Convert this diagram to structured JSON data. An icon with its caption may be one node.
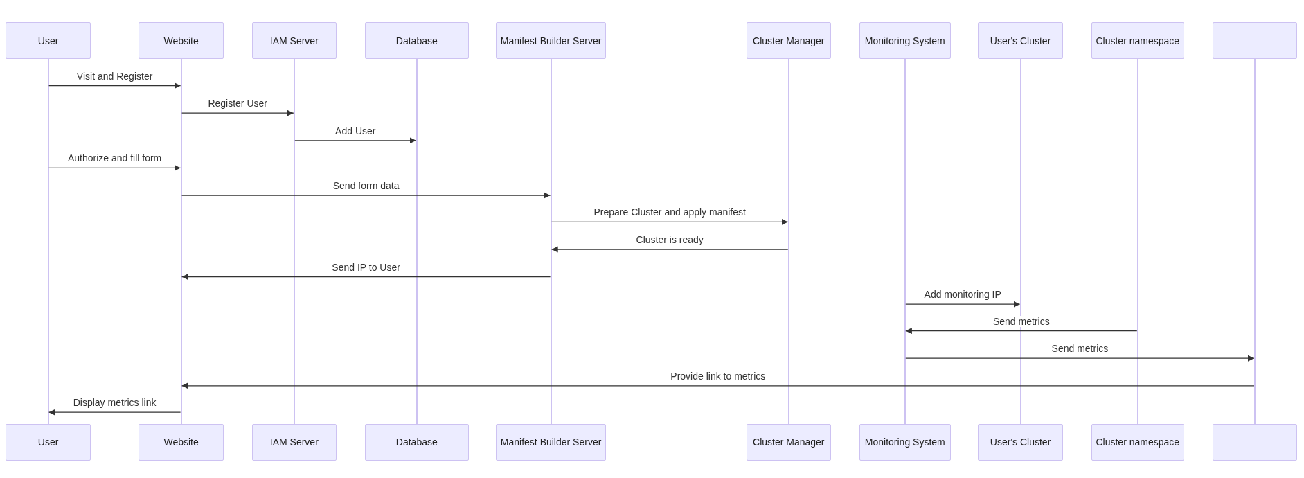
{
  "diagram": {
    "nodes": [
      {
        "text": [
          "User"
        ]
      },
      {
        "text": [
          "Website"
        ]
      },
      {
        "text": [
          "IAM Server"
        ]
      },
      {
        "text": [
          "Database"
        ]
      },
      {
        "text": [
          "Manifest Builder Server"
        ]
      },
      {
        "text": [
          "Cluster Manager"
        ]
      },
      {
        "text": [
          "Monitoring System"
        ]
      },
      {
        "text": [
          "User's Cluster"
        ]
      },
      {
        "text": [
          "Cluster namespace"
        ]
      },
      {
        "text": [],
        "shape": "box"
      },
      {
        "text": [],
        "shape": "line"
      },
      {
        "text": [],
        "shape": "line"
      },
      {
        "text": [],
        "shape": "line"
      },
      {
        "text": [],
        "shape": "line"
      },
      {
        "text": [],
        "shape": "line"
      },
      {
        "text": [],
        "shape": "line"
      },
      {
        "text": [],
        "shape": "line"
      },
      {
        "text": [],
        "shape": "line"
      },
      {
        "text": [],
        "shape": "line"
      },
      {
        "text": [],
        "shape": "line"
      },
      {
        "text": [
          "User"
        ]
      },
      {
        "text": [
          "Website"
        ]
      },
      {
        "text": [
          "IAM Server"
        ]
      },
      {
        "text": [
          "Database"
        ]
      },
      {
        "text": [
          "Manifest Builder Server"
        ]
      },
      {
        "text": [
          "Cluster Manager"
        ]
      },
      {
        "text": [
          "Monitoring System"
        ]
      },
      {
        "text": [
          "User's Cluster"
        ]
      },
      {
        "text": [
          "Cluster namespace"
        ]
      },
      {
        "text": [],
        "shape": "box"
      }
    ],
    "edges": [
      {
        "from": 10,
        "to": 11,
        "arrow": "to",
        "label": "Visit and Register"
      },
      {
        "from": 11,
        "to": 12,
        "arrow": "to",
        "label": "Register User"
      },
      {
        "from": 12,
        "to": 13,
        "arrow": "to",
        "label": "Add User"
      },
      {
        "from": 10,
        "to": 11,
        "arrow": "to",
        "label": "Authorize and fill form"
      },
      {
        "from": 11,
        "to": 14,
        "arrow": "to",
        "label": "Send form data"
      },
      {
        "from": 14,
        "to": 15,
        "arrow": "to",
        "label": "Prepare Cluster and apply manifest"
      },
      {
        "from": 15,
        "to": 14,
        "arrow": "to",
        "label": "Cluster is ready"
      },
      {
        "from": 14,
        "to": 11,
        "arrow": "to",
        "label": "Send IP to User"
      },
      {
        "from": 16,
        "to": 17,
        "arrow": "to",
        "label": "Add monitoring IP"
      },
      {
        "from": 18,
        "to": 16,
        "arrow": "to",
        "label": "Send metrics"
      },
      {
        "from": 16,
        "to": 19,
        "arrow": "to",
        "label": "Send metrics"
      },
      {
        "from": 19,
        "to": 11,
        "arrow": "to",
        "label": "Provide link to metrics"
      },
      {
        "from": 11,
        "to": 10,
        "arrow": "to",
        "label": "Display metrics link"
      }
    ]
  }
}
